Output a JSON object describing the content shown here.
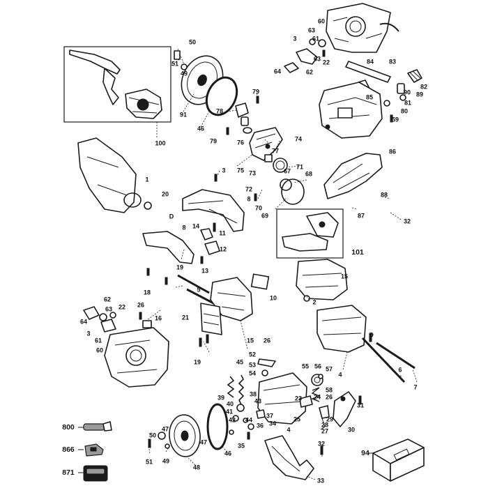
{
  "diagram": {
    "labels": [
      {
        "id": "l-50a",
        "text": "50"
      },
      {
        "id": "l-51a",
        "text": "51"
      },
      {
        "id": "l-49a",
        "text": "49"
      },
      {
        "id": "l-91",
        "text": "91"
      },
      {
        "id": "l-46a",
        "text": "46"
      },
      {
        "id": "l-78",
        "text": "78"
      },
      {
        "id": "l-79a",
        "text": "79"
      },
      {
        "id": "l-79b",
        "text": "79"
      },
      {
        "id": "l-76",
        "text": "76"
      },
      {
        "id": "l-100",
        "text": "100"
      },
      {
        "id": "l-60a",
        "text": "60"
      },
      {
        "id": "l-3a",
        "text": "3"
      },
      {
        "id": "l-63a",
        "text": "63"
      },
      {
        "id": "l-61a",
        "text": "61"
      },
      {
        "id": "l-63b",
        "text": "63"
      },
      {
        "id": "l-22a",
        "text": "22"
      },
      {
        "id": "l-64a",
        "text": "64"
      },
      {
        "id": "l-62a",
        "text": "62"
      },
      {
        "id": "l-84",
        "text": "84"
      },
      {
        "id": "l-83",
        "text": "83"
      },
      {
        "id": "l-82",
        "text": "82"
      },
      {
        "id": "l-89",
        "text": "89"
      },
      {
        "id": "l-90",
        "text": "90"
      },
      {
        "id": "l-85",
        "text": "85"
      },
      {
        "id": "l-81",
        "text": "81"
      },
      {
        "id": "l-80",
        "text": "80"
      },
      {
        "id": "l-59",
        "text": "59"
      },
      {
        "id": "l-74",
        "text": "74"
      },
      {
        "id": "l-77",
        "text": "77"
      },
      {
        "id": "l-75",
        "text": "75"
      },
      {
        "id": "l-73",
        "text": "73"
      },
      {
        "id": "l-67",
        "text": "67"
      },
      {
        "id": "l-71",
        "text": "71"
      },
      {
        "id": "l-68",
        "text": "68"
      },
      {
        "id": "l-86",
        "text": "86"
      },
      {
        "id": "l-3b",
        "text": "3"
      },
      {
        "id": "l-1",
        "text": "1"
      },
      {
        "id": "l-20",
        "text": "20"
      },
      {
        "id": "l-72",
        "text": "72"
      },
      {
        "id": "l-70",
        "text": "70"
      },
      {
        "id": "l-69",
        "text": "69"
      },
      {
        "id": "l-8a",
        "text": "8"
      },
      {
        "id": "l-D",
        "text": "D"
      },
      {
        "id": "l-88",
        "text": "88"
      },
      {
        "id": "l-87",
        "text": "87"
      },
      {
        "id": "l-32a",
        "text": "32"
      },
      {
        "id": "l-14",
        "text": "14"
      },
      {
        "id": "l-11",
        "text": "11"
      },
      {
        "id": "l-8b",
        "text": "8"
      },
      {
        "id": "l-12",
        "text": "12"
      },
      {
        "id": "l-101",
        "text": "101"
      },
      {
        "id": "l-13",
        "text": "13"
      },
      {
        "id": "l-19a",
        "text": "19"
      },
      {
        "id": "l-5",
        "text": "5"
      },
      {
        "id": "l-18",
        "text": "18"
      },
      {
        "id": "l-15a",
        "text": "15"
      },
      {
        "id": "l-10",
        "text": "10"
      },
      {
        "id": "l-2",
        "text": "2"
      },
      {
        "id": "l-62b",
        "text": "62"
      },
      {
        "id": "l-63c",
        "text": "63"
      },
      {
        "id": "l-22b",
        "text": "22"
      },
      {
        "id": "l-64b",
        "text": "64"
      },
      {
        "id": "l-26a",
        "text": "26"
      },
      {
        "id": "l-16",
        "text": "16"
      },
      {
        "id": "l-21",
        "text": "21"
      },
      {
        "id": "l-3c",
        "text": "3"
      },
      {
        "id": "l-61b",
        "text": "61"
      },
      {
        "id": "l-60b",
        "text": "60"
      },
      {
        "id": "l-9",
        "text": "9"
      },
      {
        "id": "l-15b",
        "text": "15"
      },
      {
        "id": "l-26b",
        "text": "26"
      },
      {
        "id": "l-19b",
        "text": "19"
      },
      {
        "id": "l-52",
        "text": "52"
      },
      {
        "id": "l-53",
        "text": "53"
      },
      {
        "id": "l-54",
        "text": "54"
      },
      {
        "id": "l-45",
        "text": "45"
      },
      {
        "id": "l-55",
        "text": "55"
      },
      {
        "id": "l-56",
        "text": "56"
      },
      {
        "id": "l-57",
        "text": "57"
      },
      {
        "id": "l-58",
        "text": "58"
      },
      {
        "id": "l-6",
        "text": "6"
      },
      {
        "id": "l-4a",
        "text": "4"
      },
      {
        "id": "l-7",
        "text": "7"
      },
      {
        "id": "l-39",
        "text": "39"
      },
      {
        "id": "l-38",
        "text": "38"
      },
      {
        "id": "l-40",
        "text": "40"
      },
      {
        "id": "l-43",
        "text": "43"
      },
      {
        "id": "l-23",
        "text": "23"
      },
      {
        "id": "l-24",
        "text": "24"
      },
      {
        "id": "l-26c",
        "text": "26"
      },
      {
        "id": "l-29",
        "text": "29"
      },
      {
        "id": "l-31",
        "text": "31"
      },
      {
        "id": "l-41",
        "text": "41"
      },
      {
        "id": "l-42",
        "text": "42"
      },
      {
        "id": "l-44",
        "text": "44"
      },
      {
        "id": "l-37",
        "text": "37"
      },
      {
        "id": "l-36",
        "text": "36"
      },
      {
        "id": "l-25",
        "text": "25"
      },
      {
        "id": "l-28",
        "text": "28"
      },
      {
        "id": "l-27",
        "text": "27"
      },
      {
        "id": "l-30",
        "text": "30"
      },
      {
        "id": "l-34",
        "text": "34"
      },
      {
        "id": "l-4b",
        "text": "4"
      },
      {
        "id": "l-35",
        "text": "35"
      },
      {
        "id": "l-47a",
        "text": "47"
      },
      {
        "id": "l-47b",
        "text": "47"
      },
      {
        "id": "l-50b",
        "text": "50"
      },
      {
        "id": "l-49b",
        "text": "49"
      },
      {
        "id": "l-51b",
        "text": "51"
      },
      {
        "id": "l-48",
        "text": "48"
      },
      {
        "id": "l-46b",
        "text": "46"
      },
      {
        "id": "l-32b",
        "text": "32"
      },
      {
        "id": "l-33",
        "text": "33"
      },
      {
        "id": "l-800",
        "text": "800"
      },
      {
        "id": "l-866",
        "text": "866"
      },
      {
        "id": "l-871",
        "text": "871"
      },
      {
        "id": "l-94",
        "text": "94"
      }
    ]
  }
}
